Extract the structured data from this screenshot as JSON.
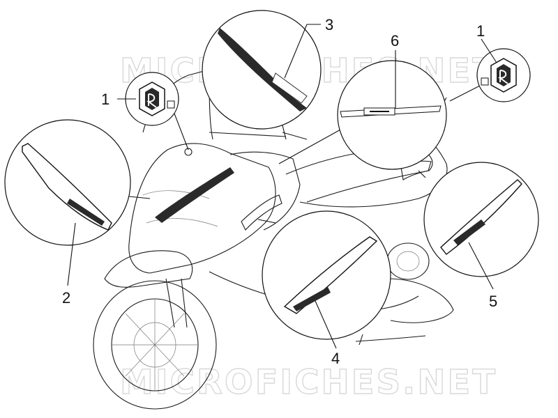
{
  "watermark_text": "MICROFICHES.NET",
  "callouts": {
    "c1_left": "1",
    "c1_right": "1",
    "c2": "2",
    "c3": "3",
    "c4": "4",
    "c5": "5",
    "c6": "6"
  },
  "colors": {
    "stroke": "#1a1a1a",
    "watermark": "#d8d8d8",
    "decal_dark": "#2a2a2a"
  }
}
